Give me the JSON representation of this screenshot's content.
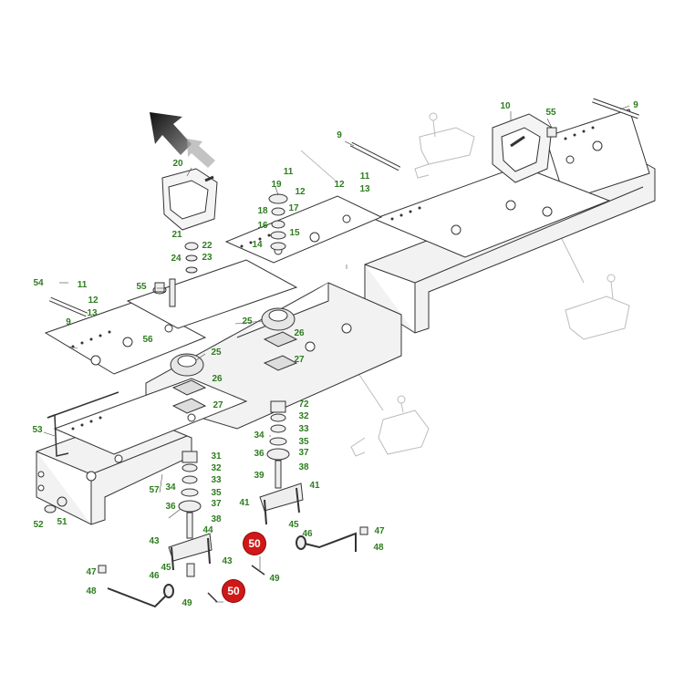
{
  "colors": {
    "label": "#2e7d1f",
    "badge": "#d01818",
    "line": "#333333",
    "ghost": "#bbbbbb"
  },
  "labels": [
    "9",
    "10",
    "55",
    "9",
    "11",
    "12",
    "13",
    "20",
    "11",
    "19",
    "12",
    "18",
    "17",
    "16",
    "15",
    "14",
    "21",
    "22",
    "24",
    "23",
    "54",
    "11",
    "12",
    "13",
    "9",
    "55",
    "56",
    "25",
    "26",
    "27",
    "25",
    "26",
    "27",
    "72",
    "32",
    "33",
    "34",
    "35",
    "36",
    "37",
    "38",
    "39",
    "41",
    "41",
    "45",
    "46",
    "47",
    "48",
    "53",
    "31",
    "32",
    "33",
    "34",
    "35",
    "36",
    "37",
    "38",
    "44",
    "43",
    "43",
    "45",
    "46",
    "47",
    "48",
    "49",
    "49",
    "57",
    "52",
    "51"
  ],
  "badges": [
    "50",
    "50"
  ],
  "icons": {
    "direction": "direction-arrow-icon"
  }
}
